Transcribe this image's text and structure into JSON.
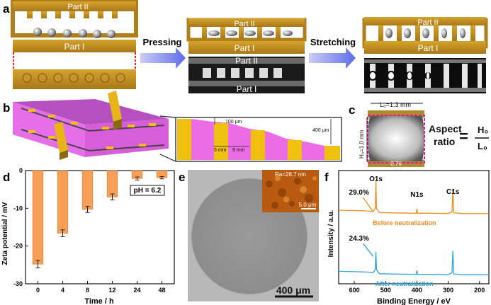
{
  "panels": {
    "a": {
      "label": "a",
      "part_top": "Part II",
      "part_bottom": "Part I",
      "arrow1": "Pressing",
      "arrow2": "Stretching"
    },
    "b": {
      "label": "b",
      "dim_height": "100 μm",
      "dim_400": "400 μm",
      "dim_5mm": "5 mm",
      "dim_9mm": "9 mm"
    },
    "c": {
      "label": "c",
      "l0": "L₀=1.3 mm",
      "h0": "H₀=1.0 mm",
      "value": "0.76",
      "aspect": "Aspect",
      "ratio": "ratio",
      "eq": "=",
      "num": "H₀",
      "den": "L₀"
    },
    "e": {
      "label": "e",
      "ra": "Ra=26.7 nm",
      "inset_scale": "5.0 μm",
      "scale": "400 μm"
    }
  },
  "chart_data": [
    {
      "panel": "d",
      "label": "d",
      "type": "bar",
      "annotation": "pH = 6.2",
      "xlabel": "Time / h",
      "ylabel": "Zeta potential / mV",
      "categories": [
        "0",
        "4",
        "8",
        "12",
        "24",
        "48"
      ],
      "values": [
        -24.8,
        -16.6,
        -10.3,
        -7.0,
        -2.1,
        -1.9
      ],
      "errors": [
        1.0,
        0.9,
        0.8,
        0.8,
        0.4,
        0.3
      ],
      "ylim": [
        0,
        -30
      ],
      "yticks": [
        "0",
        "-10",
        "-20",
        "-30"
      ],
      "bar_color": "#f5a056"
    },
    {
      "panel": "f",
      "label": "f",
      "type": "line",
      "xlabel": "Binding Energy / eV",
      "ylabel": "Intensity / a.u.",
      "xlim": [
        650,
        170
      ],
      "xticks": [
        "600",
        "500",
        "400",
        "300",
        "200"
      ],
      "series": [
        {
          "name": "Before neutralization",
          "color": "#f08c1e",
          "offset": 0.62,
          "x": [
            650,
            600,
            560,
            540,
            533,
            531,
            529,
            520,
            480,
            402,
            400,
            398,
            350,
            300,
            288,
            285,
            282,
            250,
            200,
            170
          ],
          "y": [
            0.1,
            0.09,
            0.08,
            0.06,
            0.15,
            0.95,
            0.15,
            0.03,
            0.02,
            0.01,
            0.14,
            0.01,
            0.01,
            0.0,
            0.05,
            0.7,
            0.02,
            0.0,
            0.0,
            0.0
          ]
        },
        {
          "name": "After neutralization",
          "color": "#2aa6e0",
          "offset": 0.08,
          "x": [
            650,
            600,
            560,
            540,
            533,
            531,
            529,
            520,
            480,
            402,
            400,
            398,
            350,
            300,
            288,
            285,
            282,
            250,
            200,
            170
          ],
          "y": [
            0.1,
            0.09,
            0.08,
            0.06,
            0.15,
            0.68,
            0.15,
            0.03,
            0.02,
            0.01,
            0.13,
            0.01,
            0.01,
            0.0,
            0.06,
            0.7,
            0.02,
            0.0,
            0.0,
            0.0
          ]
        }
      ],
      "annotations": [
        {
          "text": "O1s"
        },
        {
          "text": "N1s"
        },
        {
          "text": "C1s"
        },
        {
          "text": "29.0%"
        },
        {
          "text": "24.3%"
        }
      ]
    }
  ]
}
